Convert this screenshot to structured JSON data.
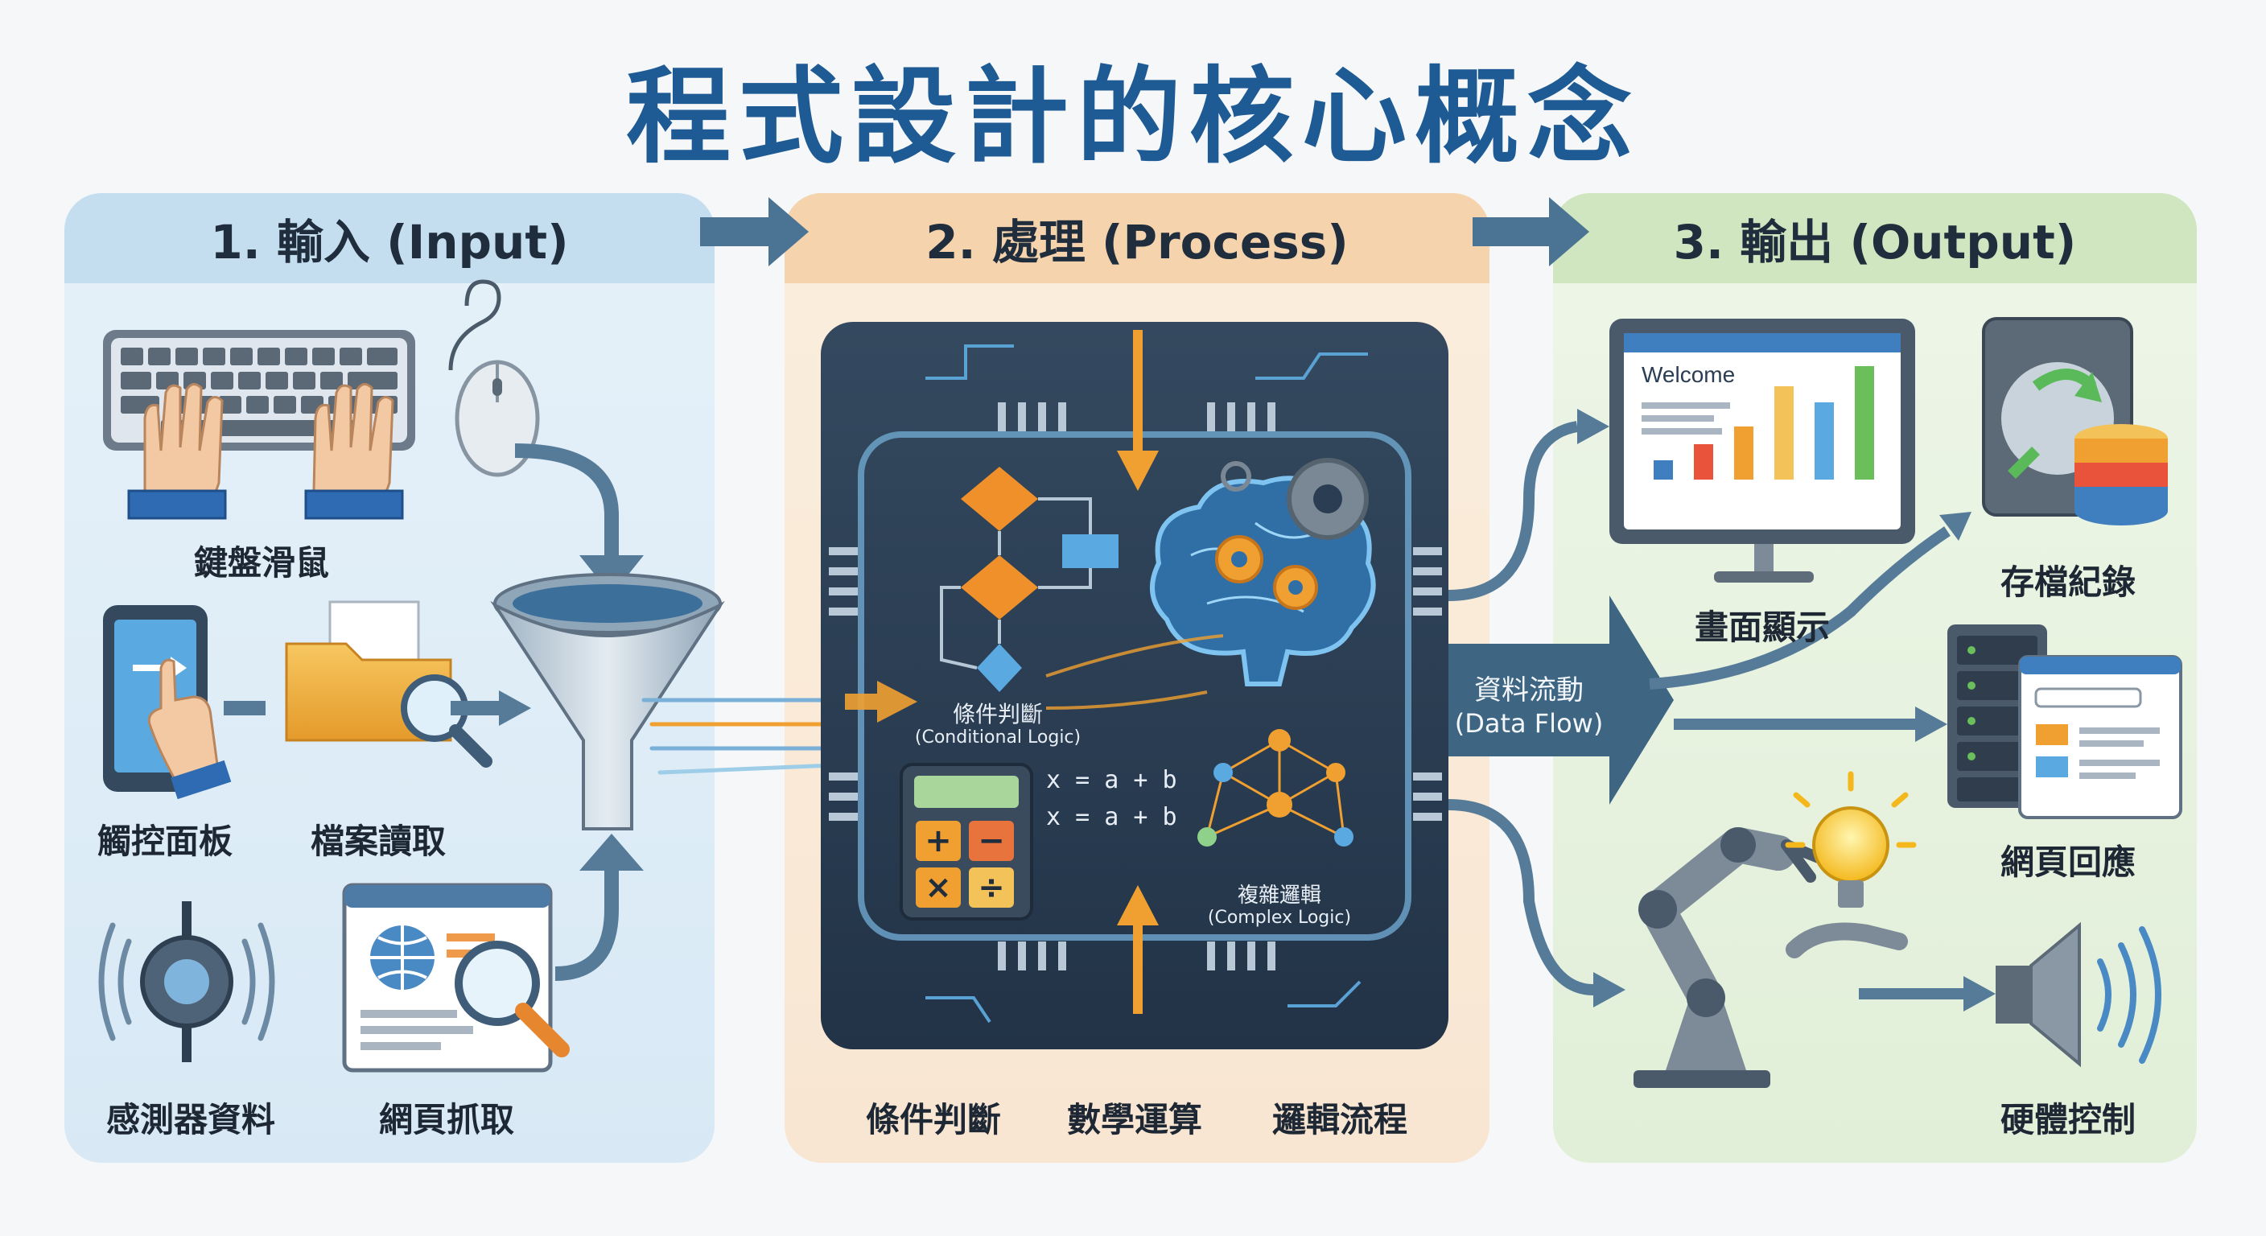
{
  "title": "程式設計的核心概念",
  "sections": {
    "input": {
      "header": "1. 輸入 (Input)",
      "items": [
        "鍵盤滑鼠",
        "觸控面板",
        "檔案讀取",
        "感測器資料",
        "網頁抓取"
      ]
    },
    "process": {
      "header": "2. 處理 (Process)",
      "chip_labels": {
        "conditional_zh": "條件判斷",
        "conditional_en": "(Conditional Logic)",
        "complex_zh": "複雜邏輯",
        "complex_en": "(Complex Logic)",
        "math_line": "x = a + b"
      },
      "items": [
        "條件判斷",
        "數學運算",
        "邏輯流程"
      ]
    },
    "data_flow": {
      "zh": "資料流動",
      "en": "(Data Flow)"
    },
    "output": {
      "header": "3. 輸出 (Output)",
      "screen_text": "Welcome",
      "items": [
        "畫面顯示",
        "存檔紀錄",
        "網頁回應",
        "硬體控制"
      ]
    }
  },
  "icons": [
    "keyboard-icon",
    "mouse-icon",
    "tablet-icon",
    "folder-icon",
    "sensor-icon",
    "webpage-search-icon",
    "funnel-icon",
    "flowchart-icon",
    "brain-icon",
    "calculator-icon",
    "network-icon",
    "monitor-chart-icon",
    "harddrive-database-icon",
    "server-webpage-icon",
    "robot-arm-icon",
    "lightbulb-icon",
    "speaker-icon"
  ],
  "colors": {
    "title": "#1e5a94",
    "input_bg": "#d8e9f5",
    "process_bg": "#f8e6d2",
    "output_bg": "#e1efd8",
    "chip_bg": "#2b3d52",
    "flow_arrow": "#3a5f7d",
    "accent_orange": "#f0a030"
  }
}
